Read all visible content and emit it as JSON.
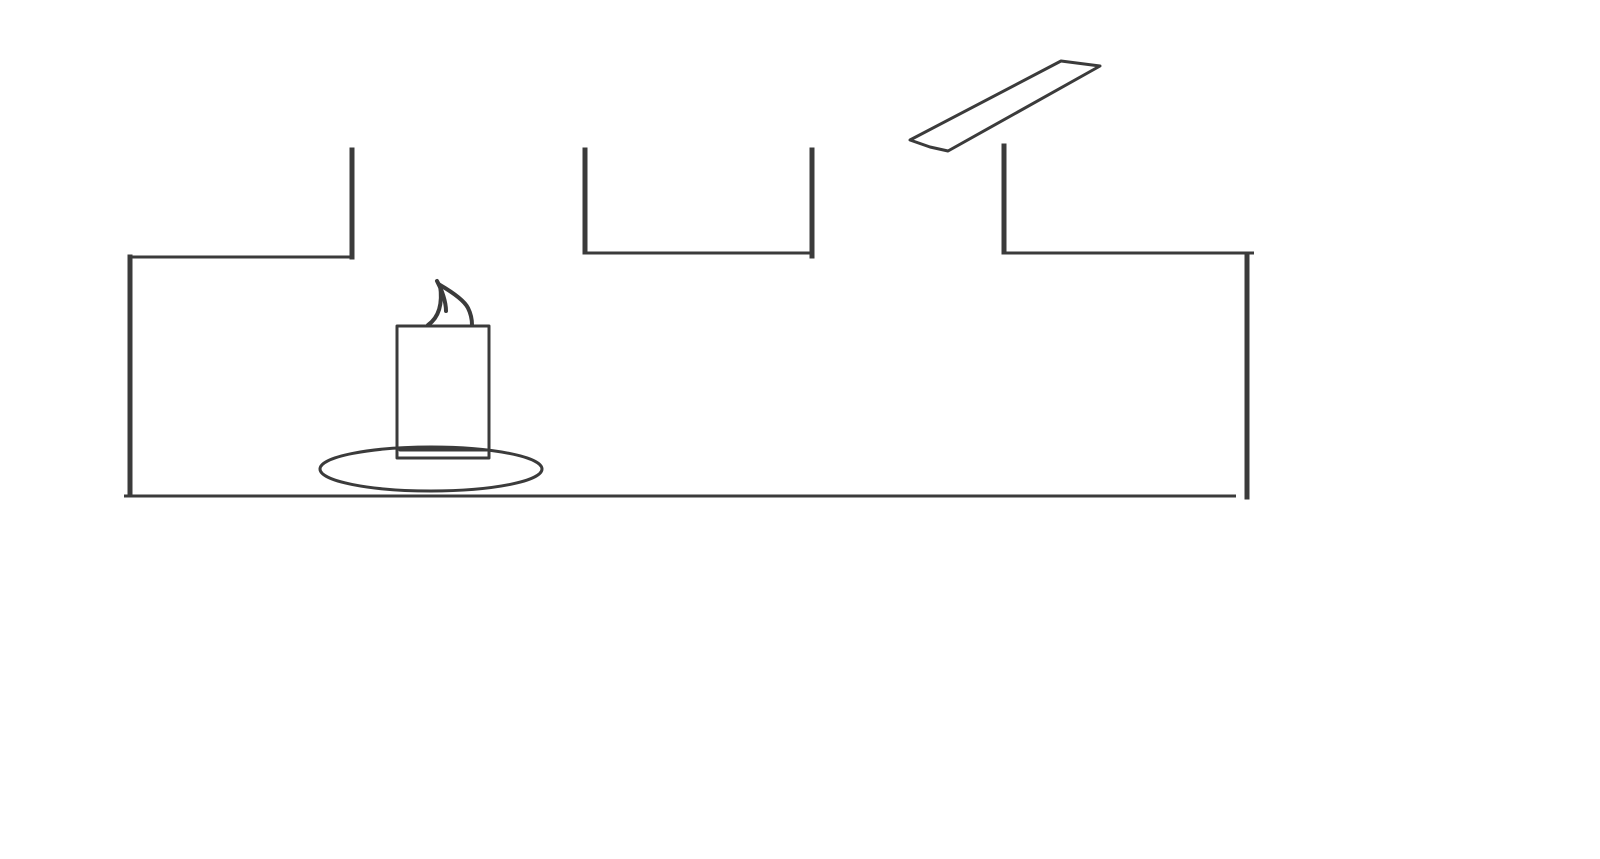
{
  "diagram": {
    "background_color": "#ffffff",
    "stroke_color": "#3b3b3b",
    "elements": [
      "box-outline",
      "opening-left",
      "opening-right",
      "lid-board",
      "candle",
      "candle-dish"
    ]
  }
}
